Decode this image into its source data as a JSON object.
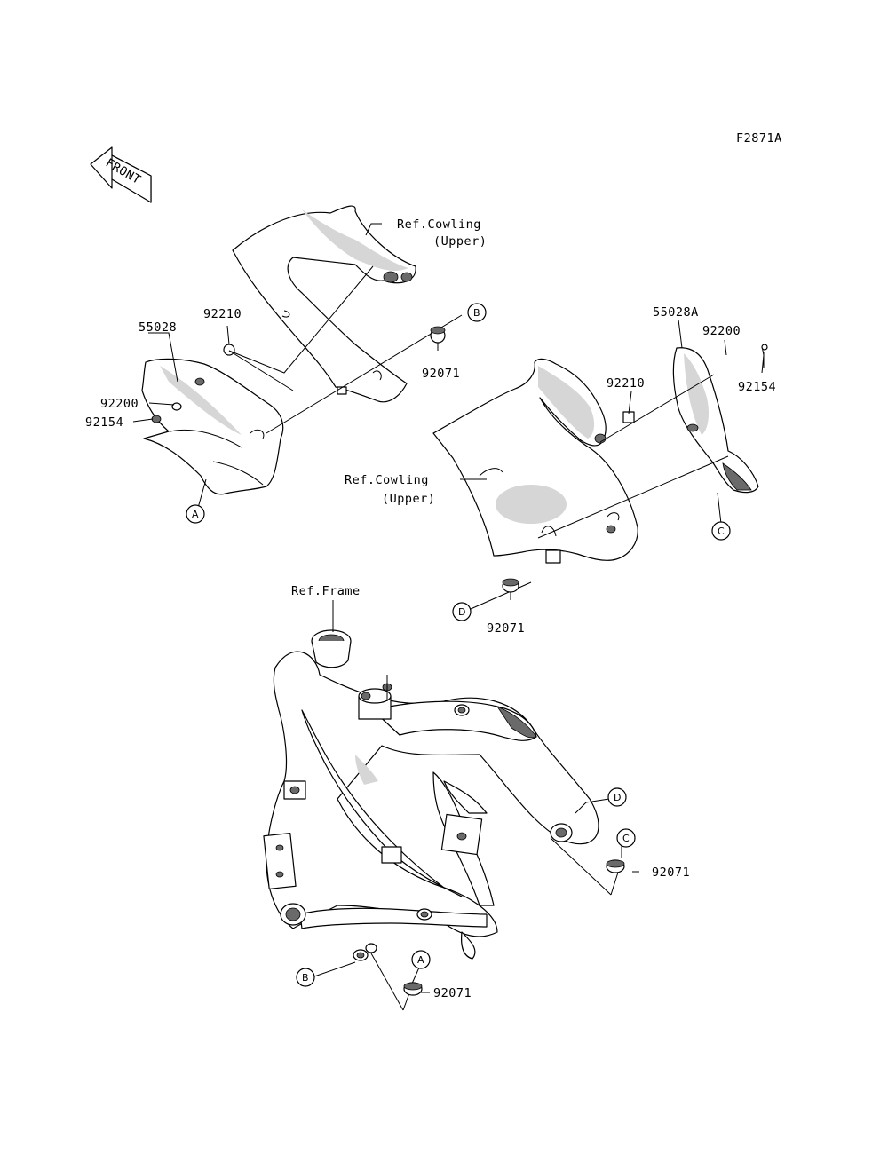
{
  "figure_id": "F2871A",
  "front_label": "FRONT",
  "labels": {
    "ref_cowling_upper_left_1": "Ref.Cowling",
    "ref_cowling_upper_left_2": "(Upper)",
    "ref_cowling_upper_right_1": "Ref.Cowling",
    "ref_cowling_upper_right_2": "(Upper)",
    "ref_frame": "Ref.Frame"
  },
  "parts": {
    "p55028": "55028",
    "p92210_left": "92210",
    "p92200_left": "92200",
    "p92154_left": "92154",
    "p92071_b_top": "92071",
    "p55028A": "55028A",
    "p92200_right": "92200",
    "p92154_right": "92154",
    "p92210_right": "92210",
    "p92071_d_top": "92071",
    "p92071_c_frame": "92071",
    "p92071_a_frame": "92071"
  },
  "callouts": {
    "A_left": "A",
    "B_top": "B",
    "C_right": "C",
    "D_mid": "D",
    "D_frame": "D",
    "C_frame": "C",
    "B_frame": "B",
    "A_frame": "A"
  }
}
